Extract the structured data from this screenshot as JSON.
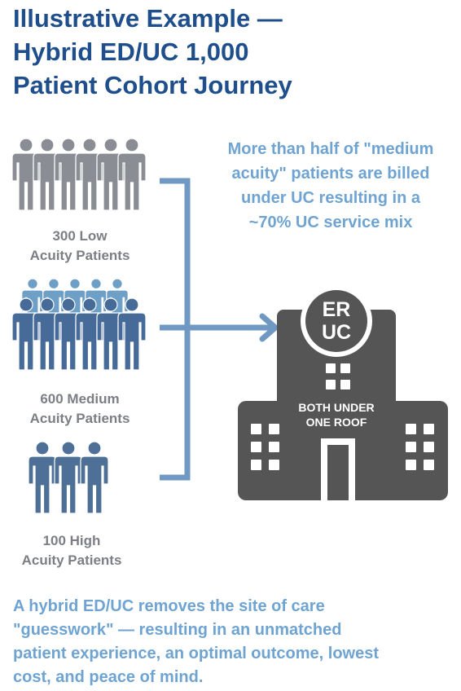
{
  "title_lines": [
    "Illustrative Example —",
    "Hybrid ED/UC 1,000",
    "Patient Cohort Journey"
  ],
  "callout_lines": [
    "More than half of \"medium",
    "acuity\" patients are billed",
    "under UC resulting in a",
    "~70% UC service mix"
  ],
  "groups": [
    {
      "count_line": "300 Low",
      "label_line": "Acuity Patients"
    },
    {
      "count_line": "600 Medium",
      "label_line": "Acuity Patients"
    },
    {
      "count_line": "100 High",
      "label_line": "Acuity Patients"
    }
  ],
  "building": {
    "badge_lines": [
      "ER",
      "UC"
    ],
    "roof_lines": [
      "BOTH UNDER",
      "ONE ROOF"
    ]
  },
  "footer_lines": [
    "A hybrid ED/UC removes the site of care",
    "\"guesswork\" — resulting in an unmatched",
    "patient experience, an optimal outcome, lowest",
    "cost, and peace of mind."
  ],
  "colors": {
    "title": "#1f4e8c",
    "accent_light_blue": "#6fa4d2",
    "low_acuity_people": "#8a8e94",
    "medium_acuity_people_front": "#466b99",
    "medium_acuity_people_back": "#6e9fc6",
    "high_acuity_people": "#4e6f96",
    "connector": "#6f98c2",
    "building": "#555555"
  }
}
